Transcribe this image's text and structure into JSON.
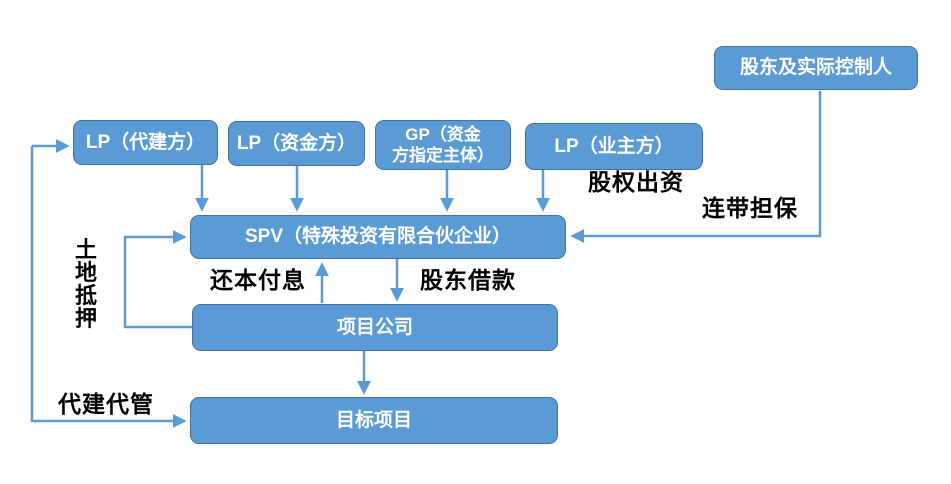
{
  "diagram": {
    "title_hint": "SPV investment structure flow diagram",
    "colors": {
      "box_fill": "#5B9BD5",
      "box_border": "#41719C",
      "connector": "#5B9BD5",
      "box_text": "#FFFFFF",
      "label_text": "#000000",
      "background": "#FFFFFF"
    },
    "nodes": {
      "shareholder": {
        "label": "股东及实际控制人"
      },
      "lp_builder": {
        "label": "LP（代建方）"
      },
      "lp_funder": {
        "label": "LP（资金方）"
      },
      "gp": {
        "label": "GP（资金\n方指定主体）"
      },
      "lp_owner": {
        "label": "LP（业主方）"
      },
      "spv": {
        "label": "SPV（特殊投资有限合伙企业）"
      },
      "project_company": {
        "label": "项目公司"
      },
      "target_project": {
        "label": "目标项目"
      }
    },
    "edges": [
      {
        "from": "lp_builder",
        "to": "spv",
        "label": ""
      },
      {
        "from": "lp_funder",
        "to": "spv",
        "label": ""
      },
      {
        "from": "gp",
        "to": "spv",
        "label": ""
      },
      {
        "from": "lp_owner",
        "to": "spv",
        "label": "股权出资"
      },
      {
        "from": "shareholder",
        "to": "spv",
        "label": "连带担保"
      },
      {
        "from": "project_company",
        "to": "spv",
        "label": "还本付息"
      },
      {
        "from": "spv",
        "to": "project_company",
        "label": "股东借款"
      },
      {
        "from": "project_company",
        "to": "spv",
        "label": "土地抵押"
      },
      {
        "from": "project_company",
        "to": "target_project",
        "label": ""
      },
      {
        "from": "target_project",
        "to": "lp_builder",
        "label": "代建代管"
      }
    ]
  }
}
